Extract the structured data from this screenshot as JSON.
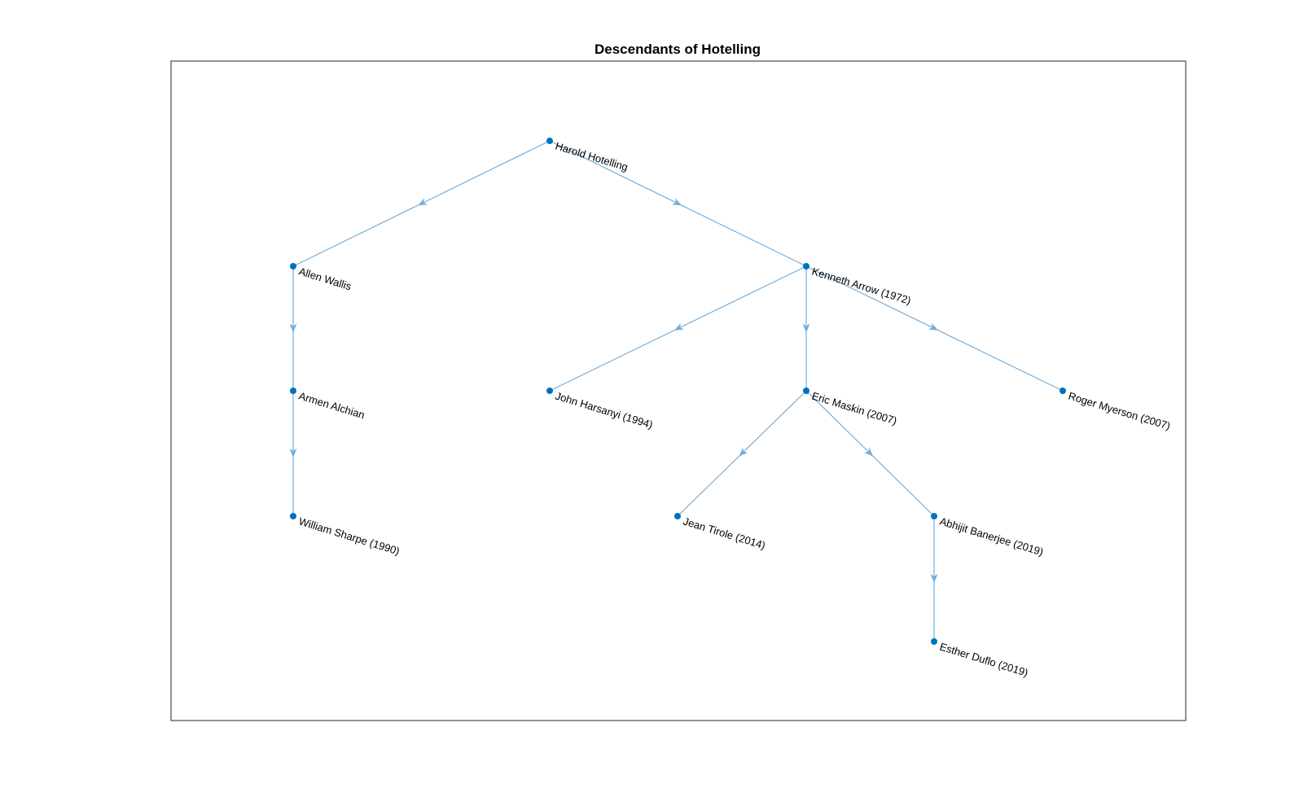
{
  "title": "Descendants of Hotelling",
  "colors": {
    "node": "#0072BD",
    "edge": "#72AEDB",
    "axes": "#262626",
    "text": "#000000"
  },
  "graph": {
    "nodes": [
      {
        "id": "hotelling",
        "label": "Harold Hotelling"
      },
      {
        "id": "wallis",
        "label": "Allen Wallis"
      },
      {
        "id": "arrow",
        "label": "Kenneth Arrow (1972)"
      },
      {
        "id": "alchian",
        "label": "Armen Alchian"
      },
      {
        "id": "harsanyi",
        "label": "John Harsanyi (1994)"
      },
      {
        "id": "maskin",
        "label": "Eric Maskin (2007)"
      },
      {
        "id": "myerson",
        "label": "Roger Myerson (2007)"
      },
      {
        "id": "sharpe",
        "label": "William Sharpe (1990)"
      },
      {
        "id": "tirole",
        "label": "Jean Tirole (2014)"
      },
      {
        "id": "banerjee",
        "label": "Abhijit Banerjee (2019)"
      },
      {
        "id": "duflo",
        "label": "Esther Duflo (2019)"
      }
    ],
    "edges": [
      {
        "from": "hotelling",
        "to": "wallis"
      },
      {
        "from": "hotelling",
        "to": "arrow"
      },
      {
        "from": "wallis",
        "to": "alchian"
      },
      {
        "from": "alchian",
        "to": "sharpe"
      },
      {
        "from": "arrow",
        "to": "harsanyi"
      },
      {
        "from": "arrow",
        "to": "maskin"
      },
      {
        "from": "arrow",
        "to": "myerson"
      },
      {
        "from": "maskin",
        "to": "tirole"
      },
      {
        "from": "maskin",
        "to": "banerjee"
      },
      {
        "from": "banerjee",
        "to": "duflo"
      }
    ]
  }
}
